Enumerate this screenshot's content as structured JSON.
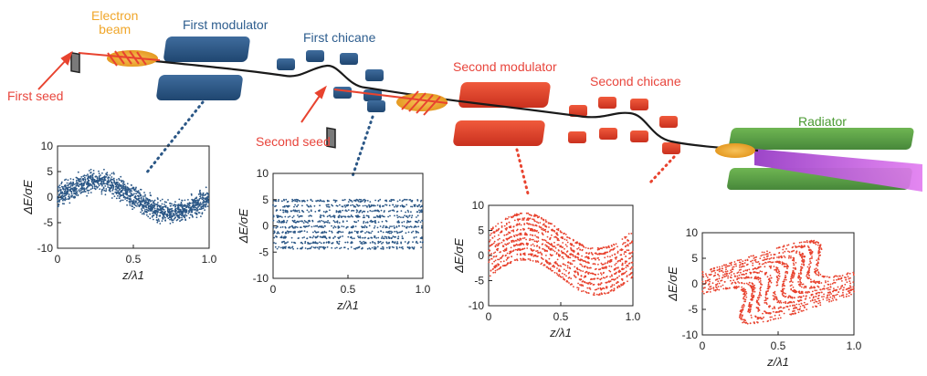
{
  "labels": {
    "electron_beam": "Electron\nbeam",
    "first_modulator": "First modulator",
    "first_chicane": "First chicane",
    "first_seed": "First seed",
    "second_seed": "Second seed",
    "second_modulator": "Second modulator",
    "second_chicane": "Second chicane",
    "radiator": "Radiator"
  },
  "colors": {
    "blue": "#2b5786",
    "red": "#e8432f",
    "orange": "#f2b23a",
    "green": "#5ea743",
    "purple": "#b05ad6"
  },
  "chart_data": [
    {
      "type": "scatter",
      "pattern": "single sinusoid band",
      "xlabel": "z/λ1",
      "ylabel": "ΔE/σE",
      "xlim": [
        0,
        1.0
      ],
      "ylim": [
        -10,
        10
      ],
      "xticks": [
        "0",
        "0.5",
        "1.0"
      ],
      "yticks": [
        "10",
        "5",
        "0",
        "-5",
        "-10"
      ],
      "amplitude": 3,
      "spread": 2,
      "color": "#2b5786"
    },
    {
      "type": "scatter",
      "pattern": "horizontal strata",
      "xlabel": "z/λ1",
      "ylabel": "ΔE/σE",
      "xlim": [
        0,
        1.0
      ],
      "ylim": [
        -10,
        10
      ],
      "xticks": [
        "0",
        "0.5",
        "1.0"
      ],
      "yticks": [
        "10",
        "5",
        "0",
        "-5",
        "-10"
      ],
      "levels": [
        -4.2,
        -3.2,
        -2.2,
        -1.2,
        -0.2,
        0.8,
        1.8,
        2.8,
        3.8,
        4.8
      ],
      "color": "#2b5786"
    },
    {
      "type": "scatter",
      "pattern": "modulated strata",
      "xlabel": "z/λ1",
      "ylabel": "ΔE/σE",
      "xlim": [
        0,
        1.0
      ],
      "ylim": [
        -10,
        10
      ],
      "xticks": [
        "0",
        "0.5",
        "1.0"
      ],
      "yticks": [
        "10",
        "5",
        "0",
        "-5",
        "-10"
      ],
      "amplitude": 3.5,
      "levels": [
        -4.2,
        -3.2,
        -2.2,
        -1.2,
        -0.2,
        0.8,
        1.8,
        2.8,
        3.8,
        4.8
      ],
      "color": "#e8432f"
    },
    {
      "type": "scatter",
      "pattern": "sheared strata",
      "xlabel": "z/λ1",
      "ylabel": "ΔE/σE",
      "xlim": [
        0,
        1.0
      ],
      "ylim": [
        -10,
        10
      ],
      "xticks": [
        "0",
        "0.5",
        "1.0"
      ],
      "yticks": [
        "10",
        "5",
        "0",
        "-5",
        "-10"
      ],
      "amplitude": 3.5,
      "levels": [
        -4.2,
        -3.2,
        -2.2,
        -1.2,
        -0.2,
        0.8,
        1.8,
        2.8,
        3.8,
        4.8
      ],
      "color": "#e8432f"
    }
  ]
}
